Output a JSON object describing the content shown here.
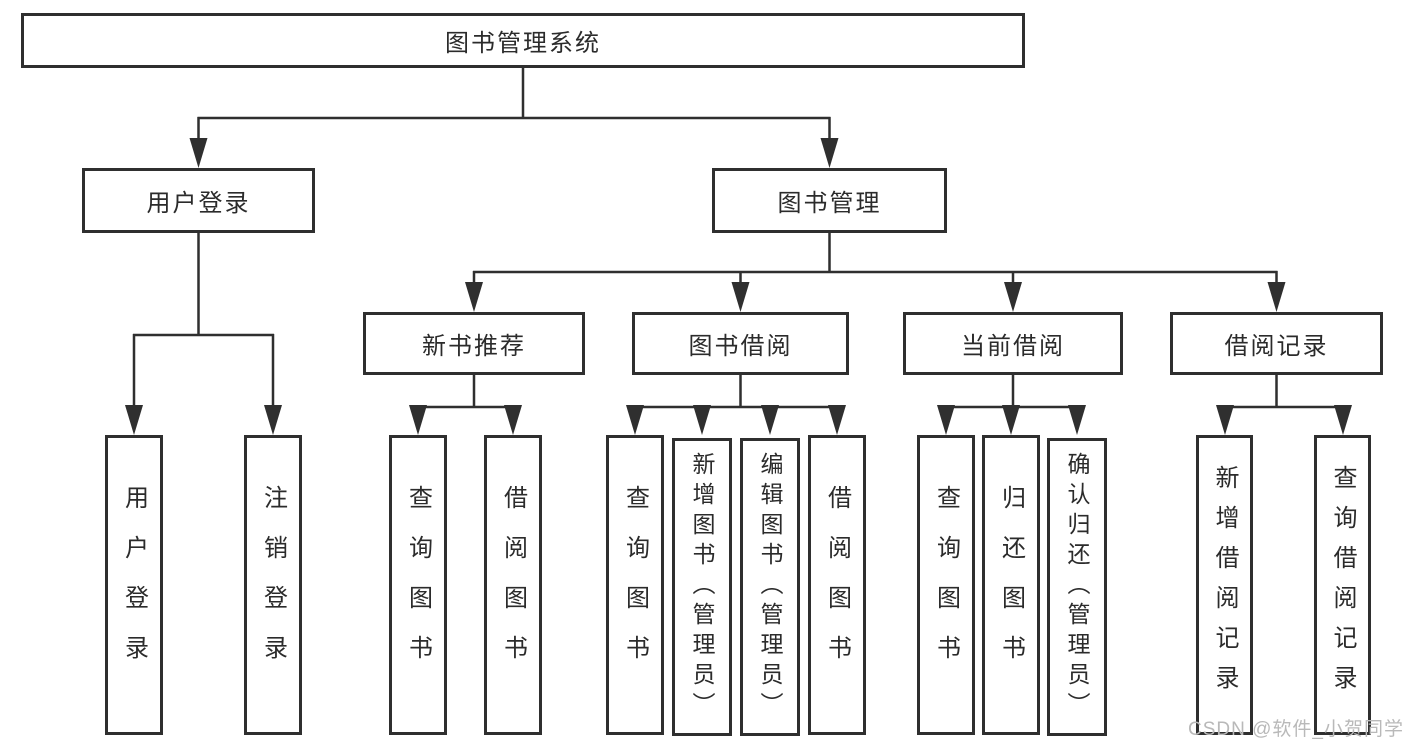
{
  "diagram": {
    "root": {
      "label": "图书管理系统"
    },
    "user_login": {
      "label": "用户登录",
      "children": [
        {
          "label": "用户登录"
        },
        {
          "label": "注销登录"
        }
      ]
    },
    "book_mgmt": {
      "label": "图书管理",
      "children": [
        {
          "label": "新书推荐",
          "children": [
            {
              "label": "查询图书"
            },
            {
              "label": "借阅图书"
            }
          ]
        },
        {
          "label": "图书借阅",
          "children": [
            {
              "label": "查询图书"
            },
            {
              "label": "新增图书（管理员）"
            },
            {
              "label": "编辑图书（管理员）"
            },
            {
              "label": "借阅图书"
            }
          ]
        },
        {
          "label": "当前借阅",
          "children": [
            {
              "label": "查询图书"
            },
            {
              "label": "归还图书"
            },
            {
              "label": "确认归还（管理员）"
            }
          ]
        },
        {
          "label": "借阅记录",
          "children": [
            {
              "label": "新增借阅记录"
            },
            {
              "label": "查询借阅记录"
            }
          ]
        }
      ]
    }
  },
  "watermark": {
    "text": "CSDN @软件_小贺同学"
  },
  "colors": {
    "line": "#2f2f2f",
    "border": "#2f2f2f",
    "text": "#2b2b2b",
    "background": "#ffffff",
    "watermark": "#b9b9b9"
  }
}
